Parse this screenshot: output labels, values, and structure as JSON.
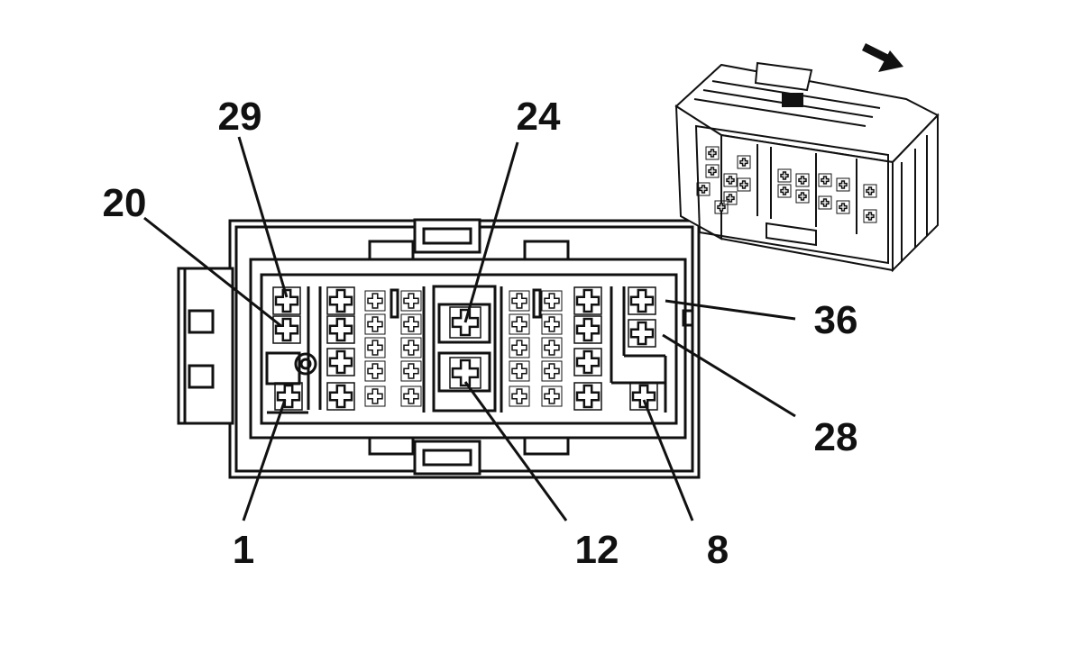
{
  "colors": {
    "line": "#111111",
    "background": "#ffffff",
    "fill": "#ffffff"
  },
  "connector": {
    "callouts": [
      {
        "id": "29",
        "label": "29"
      },
      {
        "id": "20",
        "label": "20"
      },
      {
        "id": "24",
        "label": "24"
      },
      {
        "id": "36",
        "label": "36"
      },
      {
        "id": "28",
        "label": "28"
      },
      {
        "id": "1",
        "label": "1"
      },
      {
        "id": "12",
        "label": "12"
      },
      {
        "id": "8",
        "label": "8"
      }
    ]
  },
  "view_arrow_icon": "arrow-icon"
}
